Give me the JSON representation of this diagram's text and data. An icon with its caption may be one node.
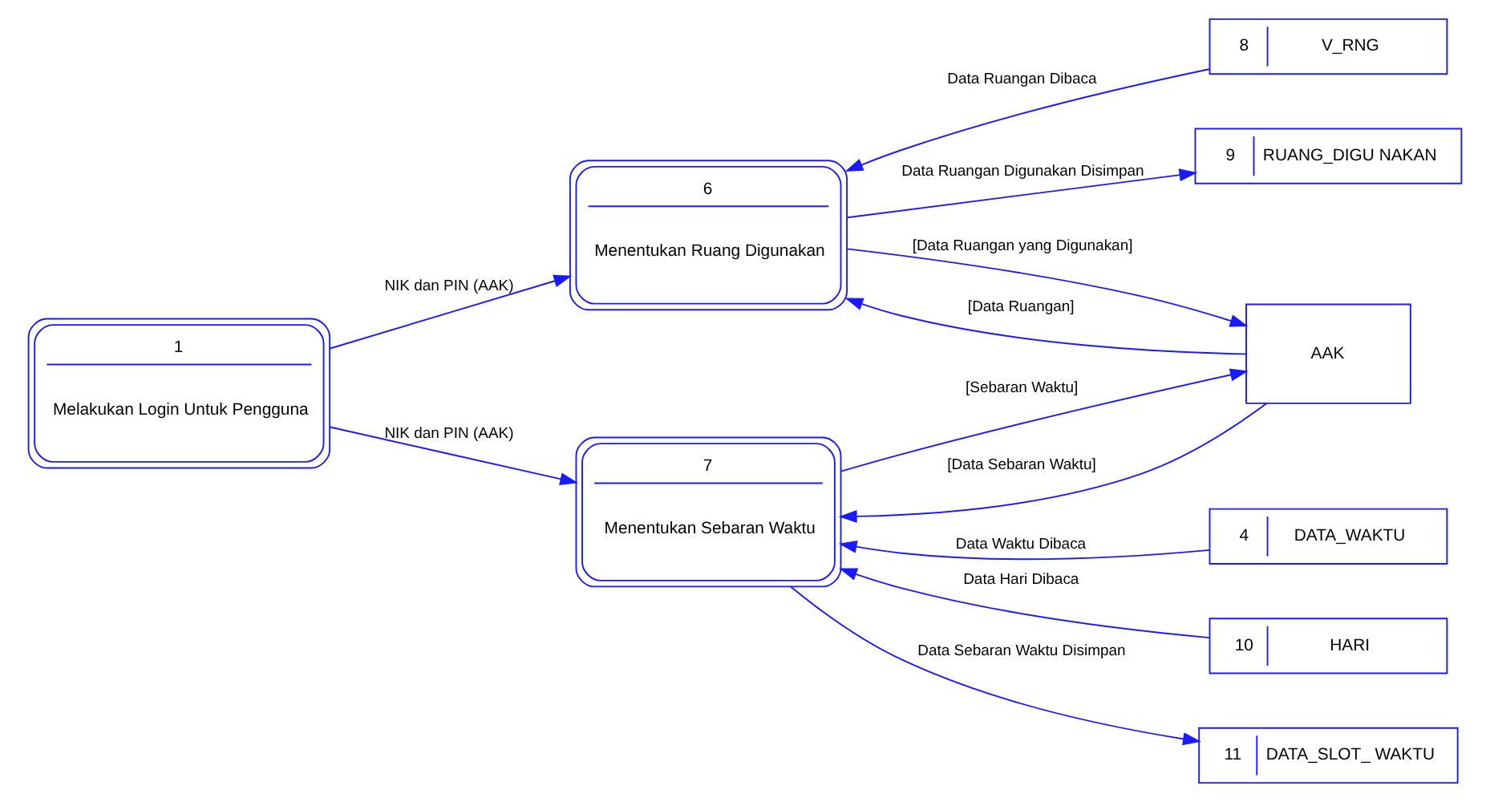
{
  "diagram": {
    "nodes": [
      {
        "text": [
          "1",
          "Melakukan Login Untuk Pengguna"
        ]
      },
      {
        "text": [
          "6",
          "Menentukan Ruang Digunakan"
        ]
      },
      {
        "text": [
          "AAK"
        ]
      },
      {
        "text": [
          "7",
          "Menentukan Sebaran Waktu"
        ]
      },
      {
        "text": [
          "8",
          "V_RNG"
        ]
      },
      {
        "text": [
          "9",
          "RUANG_DIGU NAKAN"
        ]
      },
      {
        "text": [
          "4",
          "DATA_WAKTU"
        ]
      },
      {
        "text": [
          "10",
          "HARI"
        ]
      },
      {
        "text": [
          "11",
          "DATA_SLOT_ WAKTU"
        ]
      }
    ],
    "edges": [
      {
        "from": 0,
        "to": 1,
        "arrow": "to",
        "label": "NIK dan PIN (AAK)"
      },
      {
        "from": 4,
        "to": 1,
        "arrow": "to",
        "label": "Data Ruangan Dibaca"
      },
      {
        "from": 1,
        "to": 2,
        "arrow": "to",
        "label": "[Data Ruangan yang Digunakan]"
      },
      {
        "from": 1,
        "to": 5,
        "arrow": "to",
        "label": "Data Ruangan Digunakan Disimpan"
      },
      {
        "from": 2,
        "to": 1,
        "arrow": "to",
        "label": "[Data Ruangan]"
      },
      {
        "from": 2,
        "to": 3,
        "arrow": "to",
        "label": "[Data Sebaran Waktu]"
      },
      {
        "from": 3,
        "to": 2,
        "arrow": "to",
        "label": "[Sebaran Waktu]"
      },
      {
        "from": 6,
        "to": 3,
        "arrow": "to",
        "label": "Data Waktu Dibaca"
      },
      {
        "from": 7,
        "to": 3,
        "arrow": "to",
        "label": "Data Hari Dibaca"
      },
      {
        "from": 0,
        "to": 3,
        "arrow": "to",
        "label": "NIK dan PIN (AAK)"
      },
      {
        "from": 3,
        "to": 8,
        "arrow": "to",
        "label": "Data Sebaran Waktu Disimpan"
      }
    ]
  }
}
